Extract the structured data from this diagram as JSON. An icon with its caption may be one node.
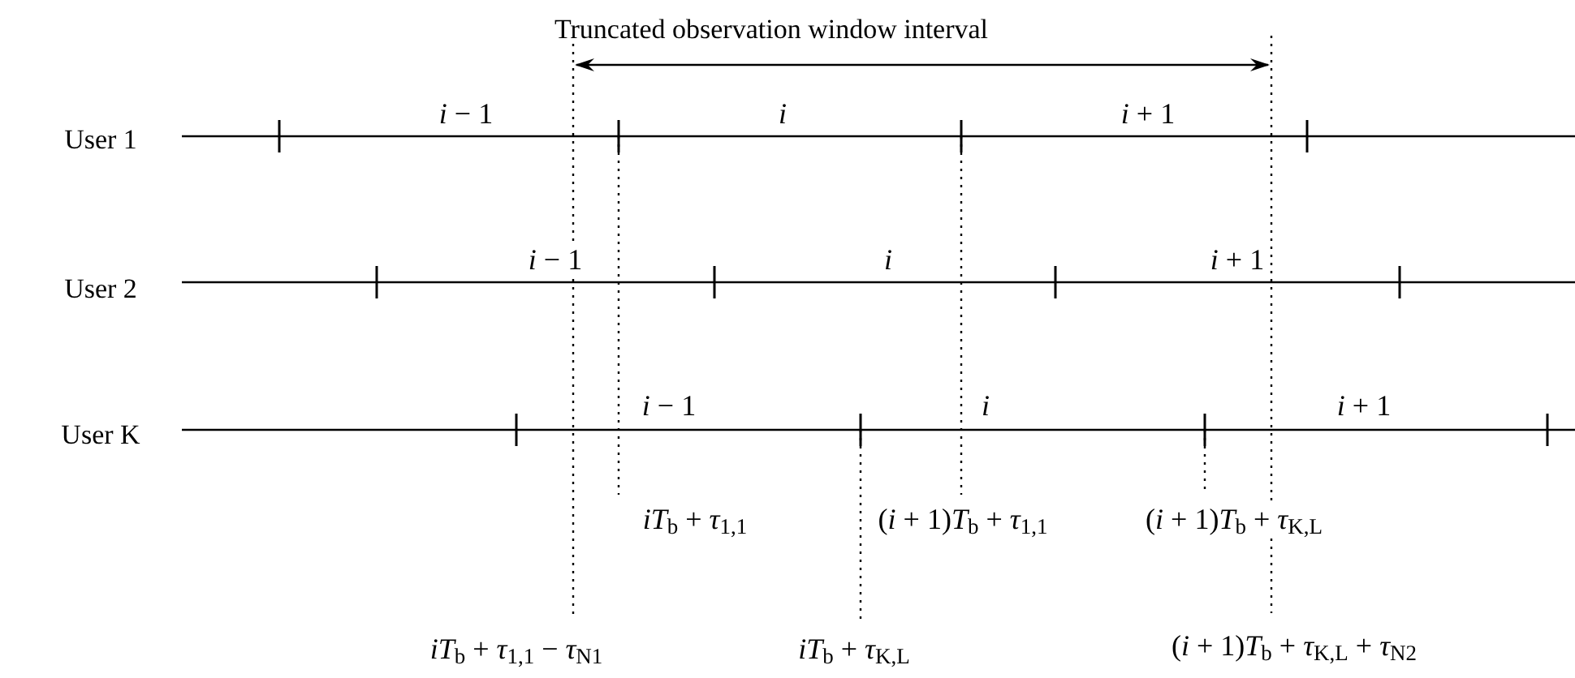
{
  "diagram": {
    "labels": [
      "Truncated observation window interval",
      "User 1",
      "*i* − 1",
      "*i*",
      "*i* + 1",
      "User 2",
      "*i* − 1",
      "*i*",
      "*i* + 1",
      "User K",
      "*i* − 1",
      "*i*",
      "*i* + 1",
      "*iT*$_{b}$ + *τ*$_{1,1}$",
      "(*i* + 1)*T*$_{b}$ + *τ*$_{1,1}$",
      "(*i* + 1)*T*$_{b}$ + *τ*$_{K,L}$",
      "*iT*$_{b}$ + *τ*$_{1,1}$ − *τ*$_{N1}$",
      "*iT*$_{b}$ + *τ*$_{K,L}$",
      "(*i* + 1)*T*$_{b}$ + *τ*$_{K,L}$ + *τ*$_{N2}$"
    ]
  }
}
